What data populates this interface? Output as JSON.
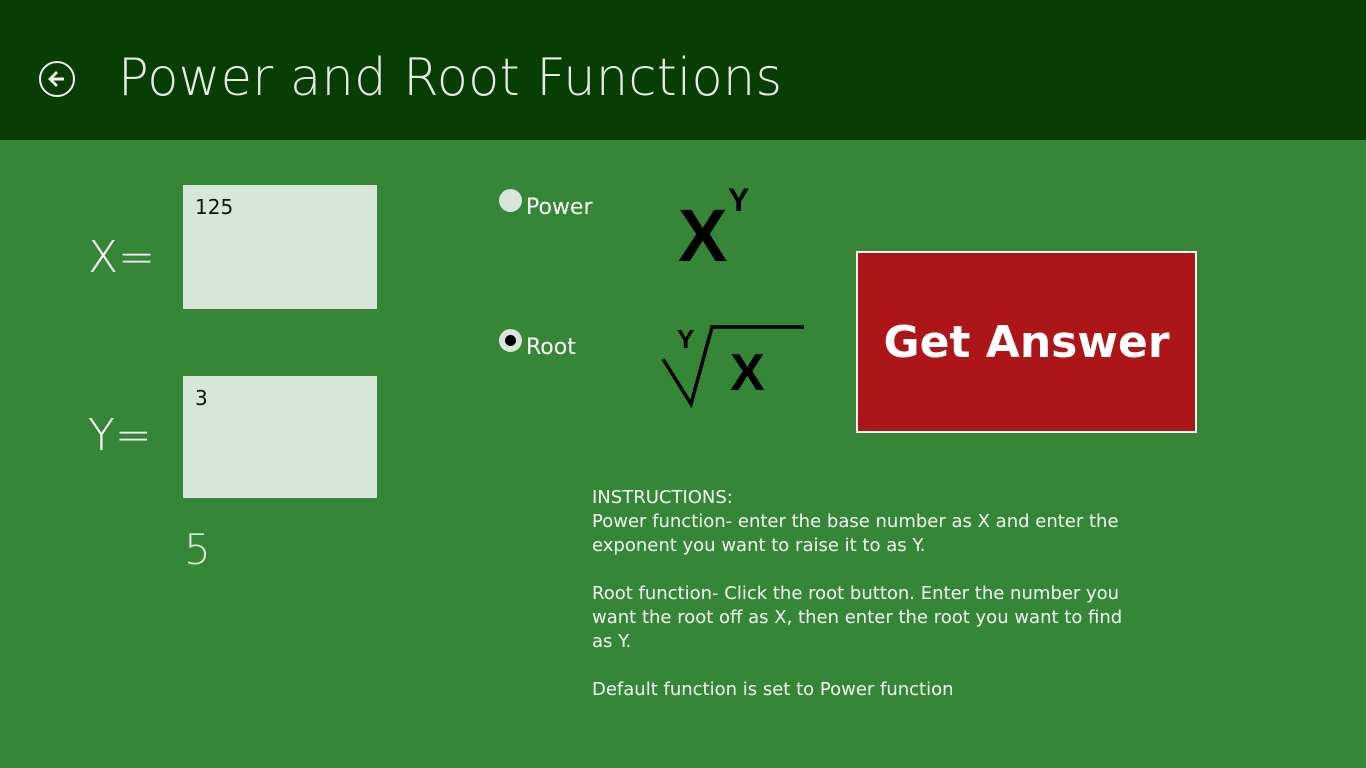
{
  "header": {
    "title": "Power and Root Functions",
    "back_icon": "arrow-left-circle-icon"
  },
  "inputs": {
    "x_label": "X=",
    "x_value": "125",
    "y_label": "Y=",
    "y_value": "3"
  },
  "result": {
    "value": "5"
  },
  "mode": {
    "options": [
      {
        "label": "Power",
        "checked": false,
        "formula": {
          "base": "X",
          "exponent": "Y"
        }
      },
      {
        "label": "Root",
        "checked": true,
        "formula": {
          "index": "Y",
          "radicand": "X"
        }
      }
    ]
  },
  "actions": {
    "get_answer_label": "Get Answer"
  },
  "instructions": {
    "heading": "INSTRUCTIONS:",
    "power_text": "Power function- enter the base number as X and enter the exponent you want to raise it to as Y.",
    "root_text": "Root function- Click the root button. Enter the number you want the root off as X, then enter the root you want to find as Y.",
    "default_text": "Default function is set to Power function"
  },
  "colors": {
    "header_bg": "#083e06",
    "page_bg": "#358637",
    "input_bg": "#d7e6d8",
    "button_bg": "#ac1619"
  }
}
